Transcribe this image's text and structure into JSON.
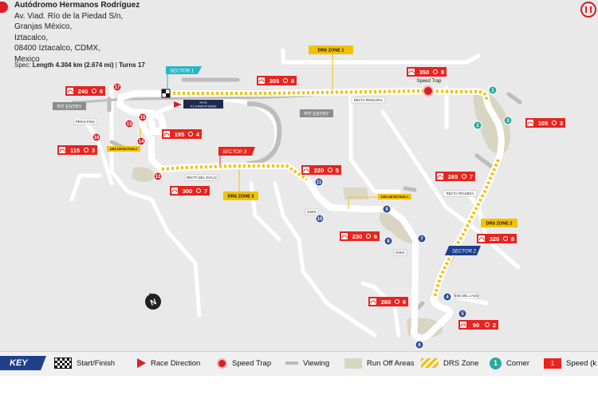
{
  "address": {
    "title": "Autódromo Hermanos Rodríguez",
    "lines": [
      "Av. Viad. Río de la Piedad S/n,",
      "Granjas México,",
      "Iztacalco,",
      "08400 Iztacalco, CDMX,",
      "Mexico"
    ]
  },
  "spec": {
    "label": "Spec:",
    "length_label": "Length",
    "length": "4.304 km (2.674 mi)",
    "sep": " | ",
    "turns_label": "Turns",
    "turns": "17"
  },
  "colors": {
    "track": "#151826",
    "drs": "#f2c200",
    "speed_box": "#e8241f",
    "corner_teal": "#2aa89a",
    "corner_red": "#d81f26",
    "corner_blue": "#2c4a9a",
    "sector": "#1f3f8c",
    "runoff": "#d9d5c3",
    "viewing": "#bcbcbc",
    "background": "#e9e9e9"
  },
  "map": {
    "labels": {
      "sector1": "SECTOR 1",
      "sector2": "SECTOR 2",
      "sector3": "SECTOR 3",
      "drs1": "DRS ZONE 1",
      "drs2": "DRS ZONE 2",
      "drs3": "DRS ZONE 3",
      "pit_entry_left": "PIT ENTRY",
      "pit_entry_right": "PIT ENTRY",
      "pits_line1": "PITS",
      "pits_line2": "F1 START/FINISH",
      "speed_trap": "Speed Trap",
      "recta_principal": "RECTA PRINCIPAL",
      "recta_trasera": "RECTA TRASERA",
      "recta_ovalo": "RECTA DEL OVALO",
      "peraltada": "PERALTADA",
      "ese_lago": "ESE DEL LAGO",
      "eses1": "ESES",
      "eses2": "ESES",
      "drs_det_1": "DRS DETECTION 1",
      "drs_det_2": "DRS DETECTION 2",
      "north": "N"
    },
    "speeds": [
      {
        "kmh": "240",
        "gear": "6"
      },
      {
        "kmh": "305",
        "gear": "8"
      },
      {
        "kmh": "350",
        "gear": "8"
      },
      {
        "kmh": "105",
        "gear": "3"
      },
      {
        "kmh": "195",
        "gear": "4"
      },
      {
        "kmh": "115",
        "gear": "3"
      },
      {
        "kmh": "220",
        "gear": "5"
      },
      {
        "kmh": "285",
        "gear": "7"
      },
      {
        "kmh": "300",
        "gear": "7"
      },
      {
        "kmh": "230",
        "gear": "6"
      },
      {
        "kmh": "320",
        "gear": "8"
      },
      {
        "kmh": "260",
        "gear": "6"
      },
      {
        "kmh": "90",
        "gear": "2"
      }
    ],
    "corners": [
      "1",
      "2",
      "3",
      "4",
      "5",
      "6",
      "7",
      "8",
      "9",
      "10",
      "11",
      "12",
      "13",
      "14",
      "15",
      "16",
      "17"
    ]
  },
  "key": {
    "title": "KEY",
    "items": [
      "Start/Finish",
      "Race Direction",
      "Speed Trap",
      "Viewing",
      "Run Off Areas",
      "DRS Zone",
      "Corner",
      "Speed (k"
    ],
    "corner_sample": "1",
    "speed_sample": "1"
  }
}
